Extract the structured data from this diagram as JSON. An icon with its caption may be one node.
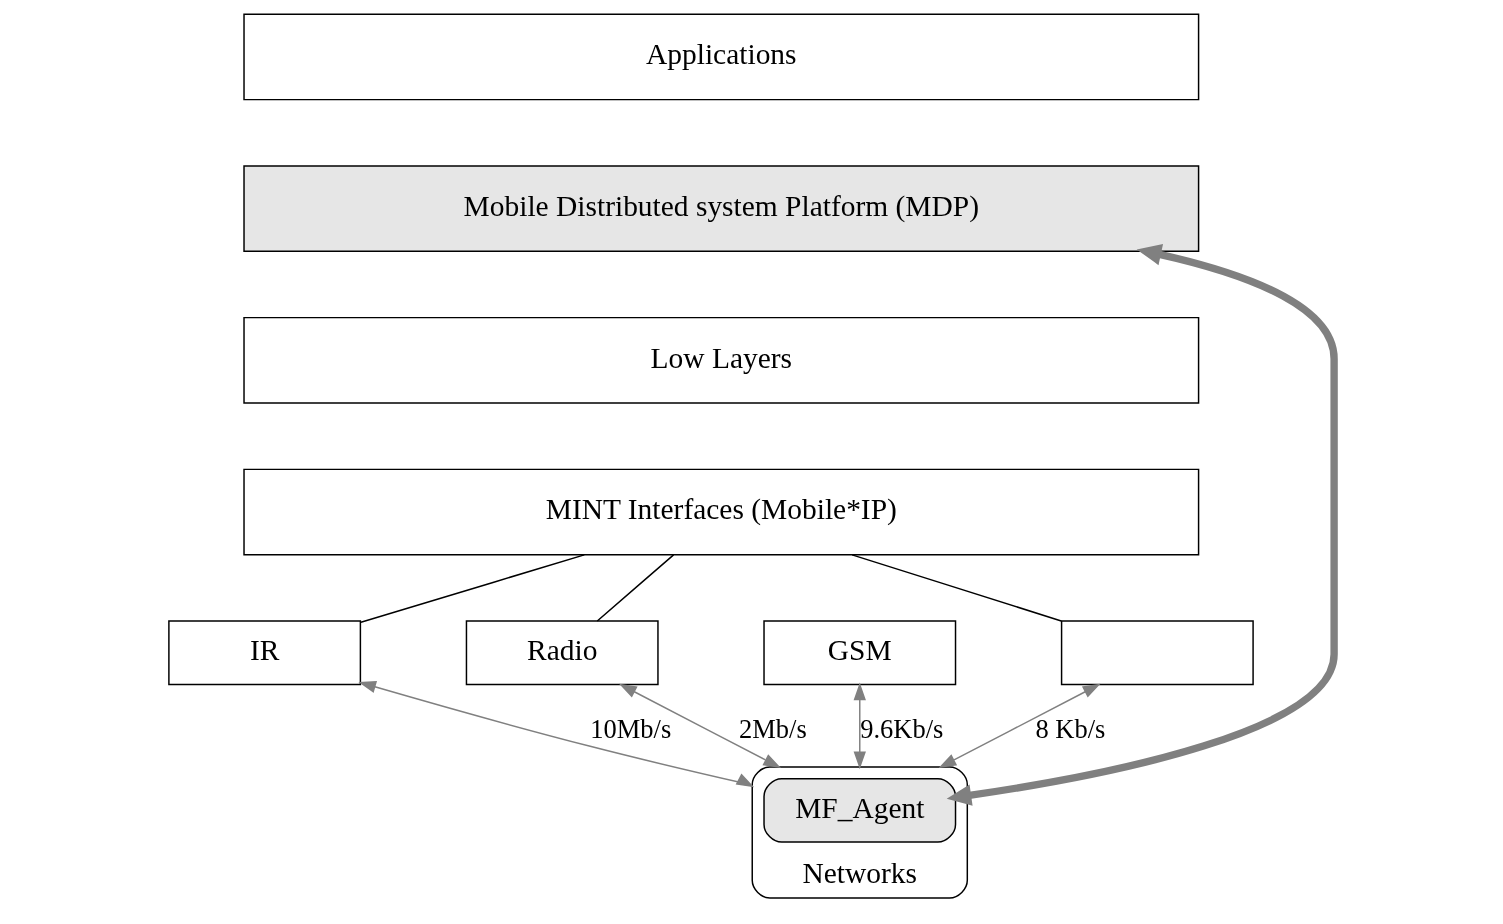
{
  "diagram": {
    "nodes": [
      {
        "text": [
          "Applications"
        ]
      },
      {
        "text": [
          "Mobile Distributed system Platform (MDP)"
        ]
      },
      {
        "text": [
          "Low Layers"
        ]
      },
      {
        "text": [
          "MINT Interfaces (Mobile*IP)"
        ]
      },
      {
        "text": [
          "IR"
        ]
      },
      {
        "text": [
          "Radio"
        ]
      },
      {
        "text": [
          "GSM"
        ]
      },
      {
        "text": [],
        "shape": "box"
      },
      {
        "text": [
          "Networks"
        ]
      },
      {
        "text": [
          "MF_Agent"
        ],
        "in": 8
      }
    ],
    "edges": [
      {
        "from": 3,
        "to": 4,
        "arrow": "none",
        "color": "#000000"
      },
      {
        "from": 3,
        "to": 5,
        "arrow": "none",
        "color": "#000000"
      },
      {
        "from": 3,
        "to": 7,
        "arrow": "none",
        "color": "#000000"
      },
      {
        "from": 4,
        "to": 8,
        "arrow": "both",
        "label": "10Mb/s"
      },
      {
        "from": 5,
        "to": 8,
        "arrow": "both",
        "label": "2Mb/s"
      },
      {
        "from": 6,
        "to": 8,
        "arrow": "both",
        "label": "9.6Kb/s"
      },
      {
        "from": 7,
        "to": 8,
        "arrow": "both",
        "label": "8 Kb/s"
      },
      {
        "from": 1,
        "to": 9,
        "arrow": "both",
        "style": "thick"
      }
    ]
  }
}
